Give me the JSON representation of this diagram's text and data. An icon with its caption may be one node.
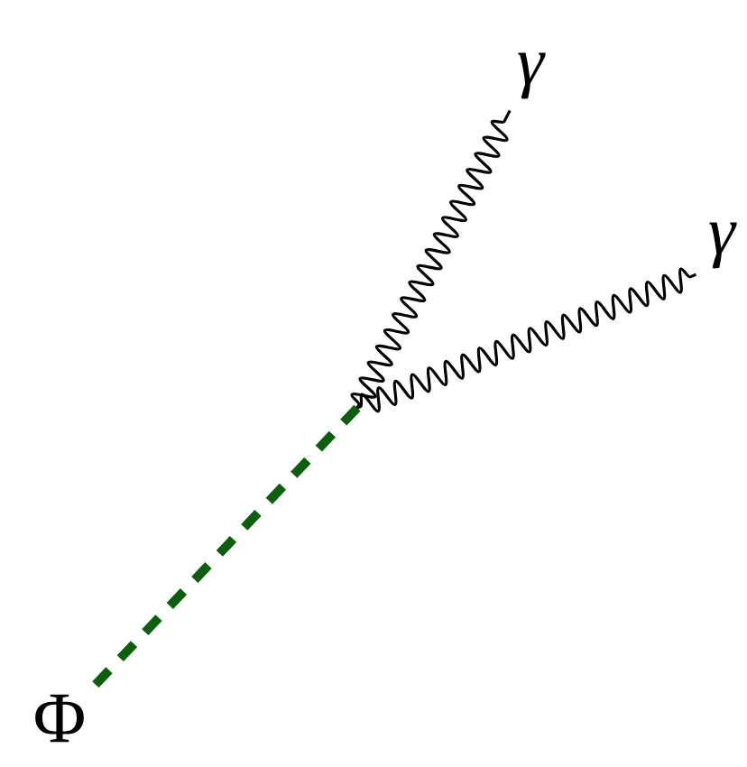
{
  "diagram": {
    "nodes": [
      {
        "text": [
          "Φ"
        ]
      },
      {
        "text": [],
        "shape": "vertex"
      },
      {
        "text": [
          "γ"
        ]
      },
      {
        "text": [
          "γ"
        ]
      }
    ],
    "edges": [
      {
        "from": 0,
        "to": 1,
        "arrow": "none",
        "style": "dashed",
        "color": "#0b5e0b"
      },
      {
        "from": 1,
        "to": 2,
        "arrow": "none"
      },
      {
        "from": 1,
        "to": 3,
        "arrow": "none"
      }
    ]
  }
}
